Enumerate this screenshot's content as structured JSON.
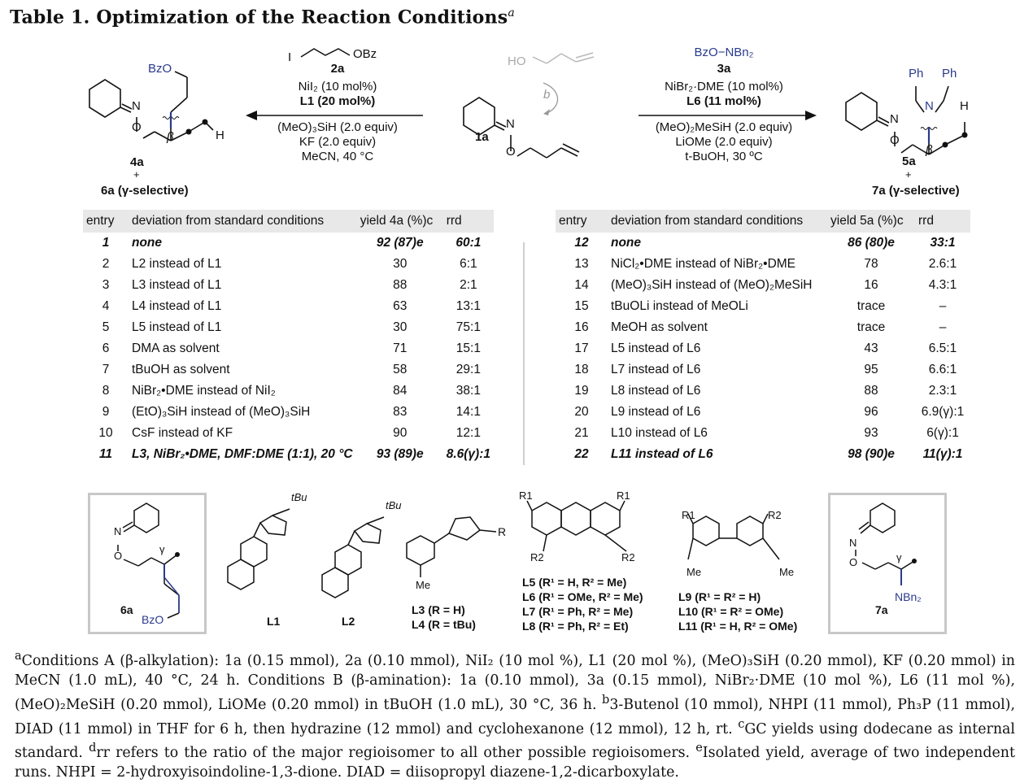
{
  "title": "Table 1. Optimization of the Reaction Conditions",
  "title_mark": "a",
  "scheme": {
    "left_reagent": "2a",
    "left_reagent_frag": "OBz",
    "left_reagent_i": "I",
    "left_conditions": [
      "NiI₂ (10 mol%)",
      "L1 (20 mol%)",
      "(MeO)₃SiH (2.0 equiv)",
      "KF (2.0 equiv)",
      "MeCN, 40 °C"
    ],
    "substrate": "1a",
    "substrate_ho": "HO",
    "arrow_b": "b",
    "right_reagent_formula": "BzO−NBn₂",
    "right_reagent": "3a",
    "right_conditions": [
      "NiBr₂·DME (10 mol%)",
      "L6 (11 mol%)",
      "(MeO)₂MeSiH (2.0 equiv)",
      "LiOMe (2.0 equiv)",
      "t-BuOH, 30 ºC"
    ],
    "left_product": "4a",
    "left_plus": "+",
    "left_byproduct": "6a (γ-selective)",
    "right_product": "5a",
    "right_plus": "+",
    "right_byproduct": "7a (γ-selective)",
    "bzo": "BzO",
    "ph1": "Ph",
    "ph2": "Ph",
    "n": "N",
    "o": "O",
    "h": "H",
    "beta": "β"
  },
  "left_table": {
    "headers": [
      "entry",
      "deviation from standard conditions",
      "yield 4a (%)c",
      "rrd"
    ],
    "rows": [
      {
        "entry": "1",
        "dev": "none",
        "yield": "92 (87)e",
        "rr": "60:1",
        "bold": true
      },
      {
        "entry": "2",
        "dev": "L2 instead of L1",
        "yield": "30",
        "rr": "6:1"
      },
      {
        "entry": "3",
        "dev": "L3 instead of L1",
        "yield": "88",
        "rr": "2:1"
      },
      {
        "entry": "4",
        "dev": "L4 instead of L1",
        "yield": "63",
        "rr": "13:1"
      },
      {
        "entry": "5",
        "dev": "L5 instead of L1",
        "yield": "30",
        "rr": "75:1"
      },
      {
        "entry": "6",
        "dev": "DMA as solvent",
        "yield": "71",
        "rr": "15:1"
      },
      {
        "entry": "7",
        "dev": "tBuOH as solvent",
        "yield": "58",
        "rr": "29:1"
      },
      {
        "entry": "8",
        "dev": "NiBr₂•DME instead of NiI₂",
        "yield": "84",
        "rr": "38:1"
      },
      {
        "entry": "9",
        "dev": "(EtO)₃SiH instead of (MeO)₃SiH",
        "yield": "83",
        "rr": "14:1"
      },
      {
        "entry": "10",
        "dev": "CsF instead of KF",
        "yield": "90",
        "rr": "12:1"
      },
      {
        "entry": "11",
        "dev": "L3, NiBr₂•DME, DMF:DME (1:1), 20 °C",
        "yield": "93 (89)e",
        "rr": "8.6(γ):1",
        "bold": true
      }
    ]
  },
  "right_table": {
    "headers": [
      "entry",
      "deviation from standard conditions",
      "yield 5a (%)c",
      "rrd"
    ],
    "rows": [
      {
        "entry": "12",
        "dev": "none",
        "yield": "86 (80)e",
        "rr": "33:1",
        "bold": true
      },
      {
        "entry": "13",
        "dev": "NiCl₂•DME instead of NiBr₂•DME",
        "yield": "78",
        "rr": "2.6:1"
      },
      {
        "entry": "14",
        "dev": "(MeO)₃SiH  instead of (MeO)₂MeSiH",
        "yield": "16",
        "rr": "4.3:1"
      },
      {
        "entry": "15",
        "dev": "tBuOLi instead of MeOLi",
        "yield": "trace",
        "rr": "–"
      },
      {
        "entry": "16",
        "dev": "MeOH as solvent",
        "yield": "trace",
        "rr": "–"
      },
      {
        "entry": "17",
        "dev": "L5 instead of L6",
        "yield": "43",
        "rr": "6.5:1"
      },
      {
        "entry": "18",
        "dev": "L7 instead of L6",
        "yield": "95",
        "rr": "6.6:1"
      },
      {
        "entry": "19",
        "dev": "L8 instead of L6",
        "yield": "88",
        "rr": "2.3:1"
      },
      {
        "entry": "20",
        "dev": "L9 instead of L6",
        "yield": "96",
        "rr": "6.9(γ):1"
      },
      {
        "entry": "21",
        "dev": "L10 instead of L6",
        "yield": "93",
        "rr": "6(γ):1"
      },
      {
        "entry": "22",
        "dev": "L11 instead of L6",
        "yield": "98 (90)e",
        "rr": "11(γ):1",
        "bold": true
      }
    ]
  },
  "ligands": {
    "label_6a": "6a",
    "bzo_6a": "BzO",
    "gamma": "γ",
    "l1": "L1",
    "l2": "L2",
    "tbu": "tBu",
    "l34_r": "R",
    "me": "Me",
    "l3": "L3 (R = H)",
    "l4": "L4 (R = tBu)",
    "r1": "R1",
    "r2": "R2",
    "l5": "L5 (R¹ = H, R² = Me)",
    "l6": "L6 (R¹ = OMe, R² = Me)",
    "l7": "L7 (R¹ = Ph, R² = Me)",
    "l8": "L8 (R¹ = Ph, R² = Et)",
    "l9": "L9 (R¹ = R² = H)",
    "l10": "L10 (R¹ = R² = OMe)",
    "l11": "L11 (R¹ = H, R² = OMe)",
    "label_7a": "7a",
    "nbn2": "NBn₂"
  },
  "footnote": {
    "a_mark": "a",
    "a_text": "Conditions A (β-alkylation): 1a (0.15 mmol), 2a (0.10 mmol), NiI₂ (10 mol %), L1 (20 mol %), (MeO)₃SiH (0.20 mmol), KF (0.20 mmol) in MeCN (1.0 mL), 40 °C, 24 h. Conditions B (β-amination): 1a (0.10 mmol), 3a (0.15 mmol), NiBr₂·DME (10 mol %), L6 (11 mol %), (MeO)₂MeSiH (0.20 mmol), LiOMe (0.20 mmol) in tBuOH (1.0 mL), 30 °C, 36 h.",
    "b_mark": "b",
    "b_text": "3-Butenol (10 mmol), NHPI (11 mmol), Ph₃P (11 mmol), DIAD (11 mmol) in THF for 6 h, then hydrazine (12 mmol) and cyclohexanone (12 mmol), 12 h, rt.",
    "c_mark": "c",
    "c_text": "GC yields using dodecane as internal standard.",
    "d_mark": "d",
    "d_text": "rr refers to the ratio of the major regioisomer to all other possible regioisomers.",
    "e_mark": "e",
    "e_text": "Isolated yield, average of two independent runs. NHPI = 2-hydroxyisoindoline-1,3-dione. DIAD = diisopropyl diazene-1,2-dicarboxylate."
  },
  "colors": {
    "accent": "#2a3a8c",
    "header_bg": "#e8e8e8",
    "box_border": "#c8c8c8"
  }
}
